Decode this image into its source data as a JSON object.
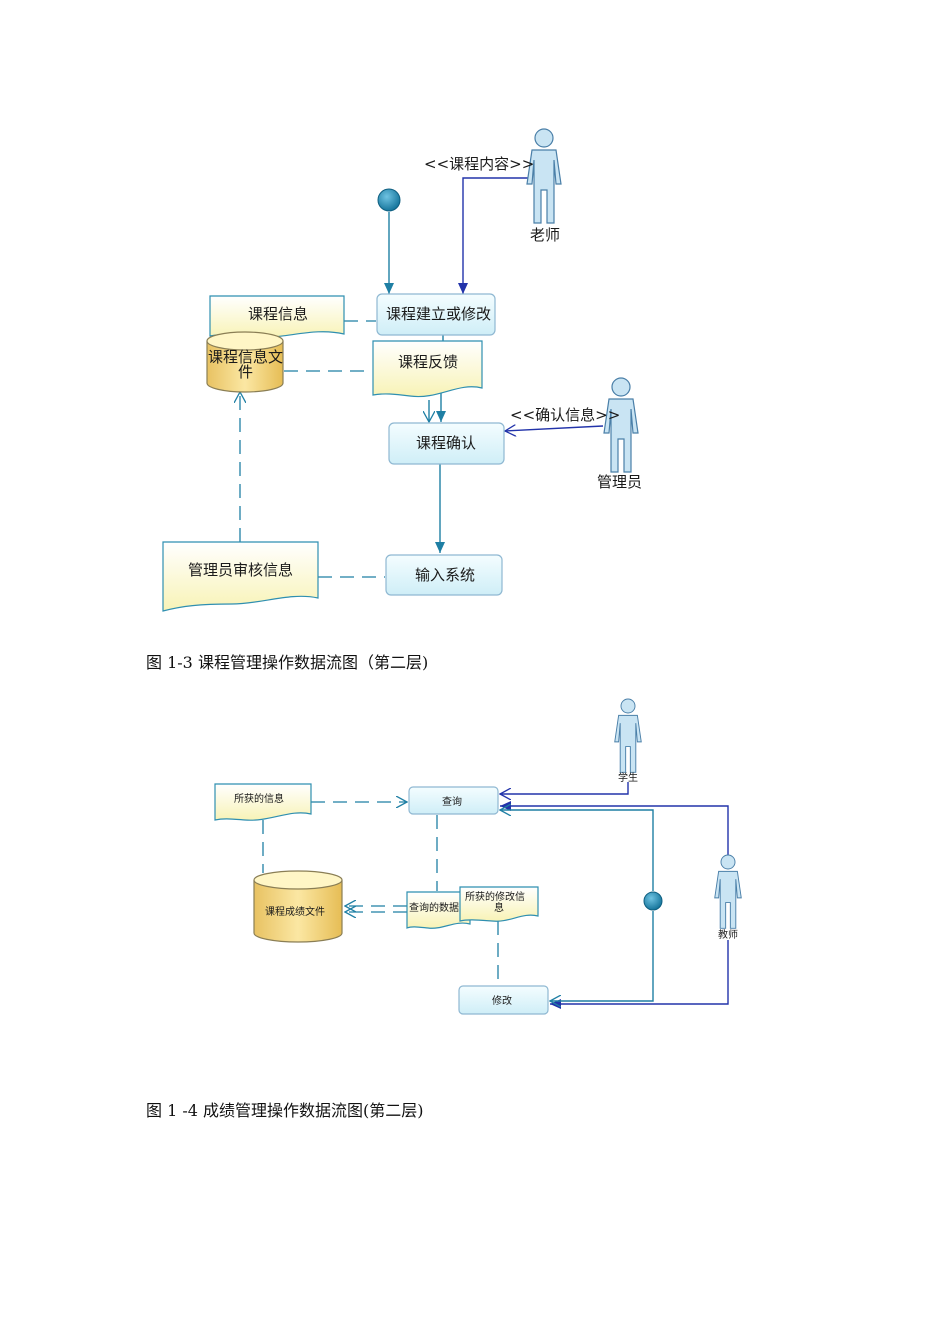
{
  "diagram1": {
    "actors": {
      "teacher": "老师",
      "admin": "管理员"
    },
    "flows": {
      "course_content": "<<课程内容>>",
      "confirm_info": "<<确认信息>>"
    },
    "nodes": {
      "course_info": "课程信息",
      "course_info_file_l1": "课程信息文",
      "course_info_file_l2": "件",
      "create_or_modify": "课程建立或修改",
      "course_feedback": "课程反馈",
      "course_confirm": "课程确认",
      "admin_review_info": "管理员审核信息",
      "input_system": "输入系统"
    },
    "caption": "图 1-3 课程管理操作数据流图（第二层)"
  },
  "diagram2": {
    "actors": {
      "student": "学生",
      "teacher": "教师"
    },
    "nodes": {
      "obtained_info": "所获的信息",
      "query": "查询",
      "grade_file": "课程成绩文件",
      "query_data": "查询的数据",
      "modify_info_l1": "所获的修改信",
      "modify_info_l2": "息",
      "modify": "修改"
    },
    "caption": "图 1 -4 成绩管理操作数据流图(第二层)"
  },
  "colors": {
    "line": "#1f7fa4",
    "actor_line": "#2233aa",
    "box_fill": "#e4f7fb",
    "doc_fill": "#fdf9c8",
    "cylinder_fill": "#f5d77f",
    "start_node": "#1a7fa6"
  }
}
